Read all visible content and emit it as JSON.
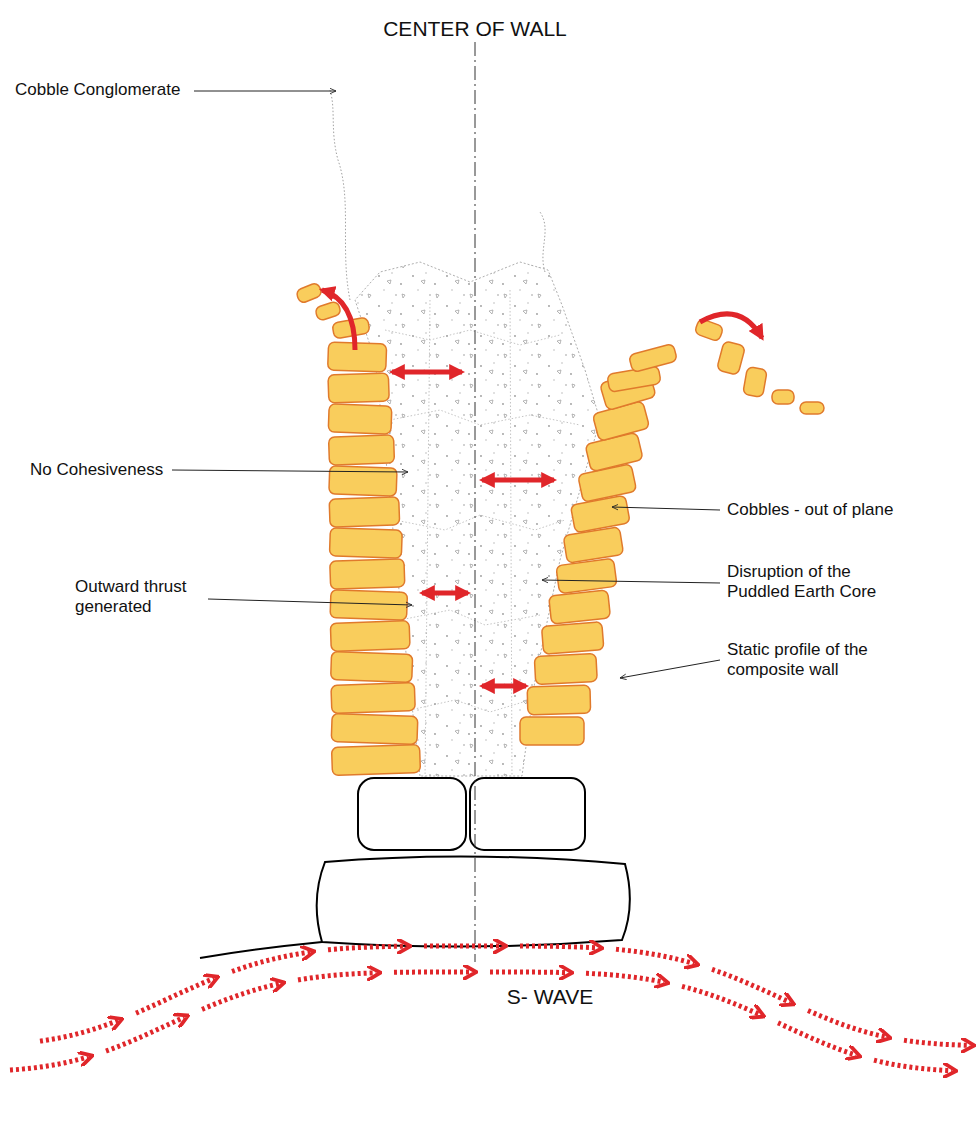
{
  "diagram": {
    "labels": [
      "CENTER OF WALL",
      "Cobble Conglomerate",
      "No Cohesiveness",
      "Outward thrust generated",
      "Cobbles - out of plane",
      "Disruption of the Puddled Earth Core",
      "Static profile of the composite wall",
      "S- WAVE"
    ]
  }
}
